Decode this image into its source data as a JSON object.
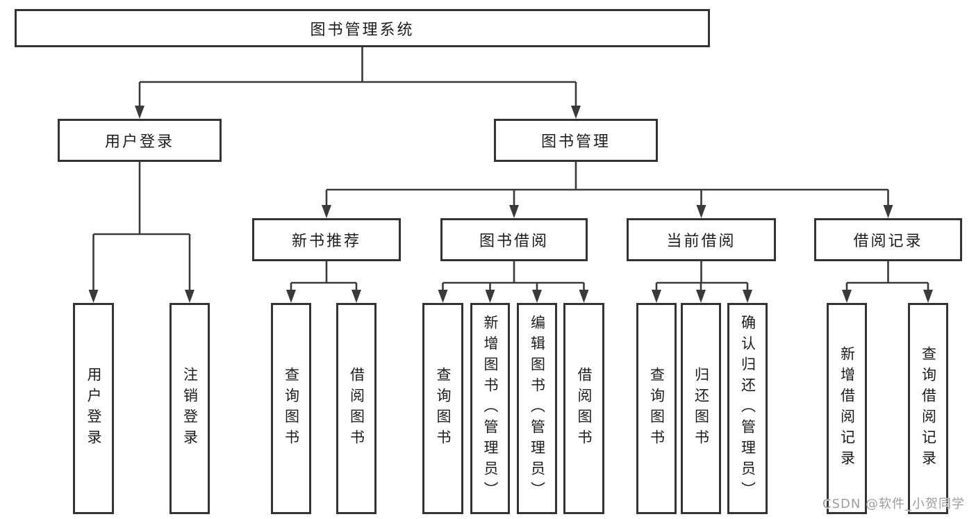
{
  "tree": {
    "label": "图书管理系统",
    "children": [
      {
        "label": "用户登录",
        "children": [
          {
            "label": "用户登录"
          },
          {
            "label": "注销登录"
          }
        ]
      },
      {
        "label": "图书管理",
        "children": [
          {
            "label": "新书推荐",
            "children": [
              {
                "label": "查询图书"
              },
              {
                "label": "借阅图书"
              }
            ]
          },
          {
            "label": "图书借阅",
            "children": [
              {
                "label": "查询图书"
              },
              {
                "label": "新增图书（管理员）"
              },
              {
                "label": "编辑图书（管理员）"
              },
              {
                "label": "借阅图书"
              }
            ]
          },
          {
            "label": "当前借阅",
            "children": [
              {
                "label": "查询图书"
              },
              {
                "label": "归还图书"
              },
              {
                "label": "确认归还（管理员）"
              }
            ]
          },
          {
            "label": "借阅记录",
            "children": [
              {
                "label": "新增借阅记录"
              },
              {
                "label": "查询借阅记录"
              }
            ]
          }
        ]
      }
    ]
  },
  "watermark": {
    "text": "CSDN @软件_小贺同学",
    "color": "#9c9c9c"
  },
  "colors": {
    "background": "#ffffff",
    "box_border": "#333333",
    "connector_line": "#3a3a3a",
    "text": "#1c1c1c"
  }
}
